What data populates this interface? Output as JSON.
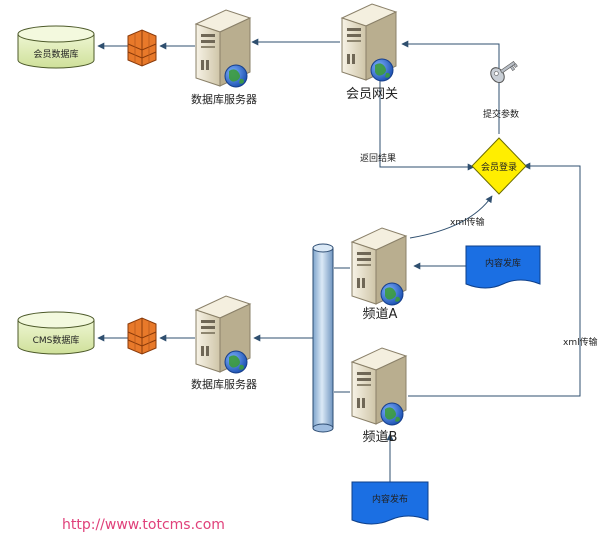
{
  "nodes": {
    "member_db": "会员数据库",
    "cms_db": "CMS数据库",
    "db_server_top": "数据库服务器",
    "db_server_bottom": "数据库服务器",
    "member_gateway": "会员网关",
    "channel_a": "频道A",
    "channel_b": "频道B",
    "member_login": "会员登录",
    "content_publish_a": "内容发库",
    "content_publish_b": "内容发布"
  },
  "edges": {
    "submit_params": "提交参数",
    "return_result": "返回结果",
    "xml_transfer_a": "xml传输",
    "xml_transfer_b": "xml传输"
  },
  "footer": {
    "url": "http://www.totcms.com"
  },
  "colors": {
    "database": "#dbeab0",
    "firewall": "#e8792a",
    "server_body": "#e9e3d0",
    "globe": "#2a62c9",
    "decision": "#ffee00",
    "document": "#1b6fe3",
    "bus": "#b3cde8",
    "line": "#2f4f6f",
    "url": "#e0407a"
  },
  "icons": {
    "database": "database-icon",
    "firewall": "firewall-icon",
    "server": "server-icon",
    "key": "key-icon",
    "document": "document-icon"
  }
}
